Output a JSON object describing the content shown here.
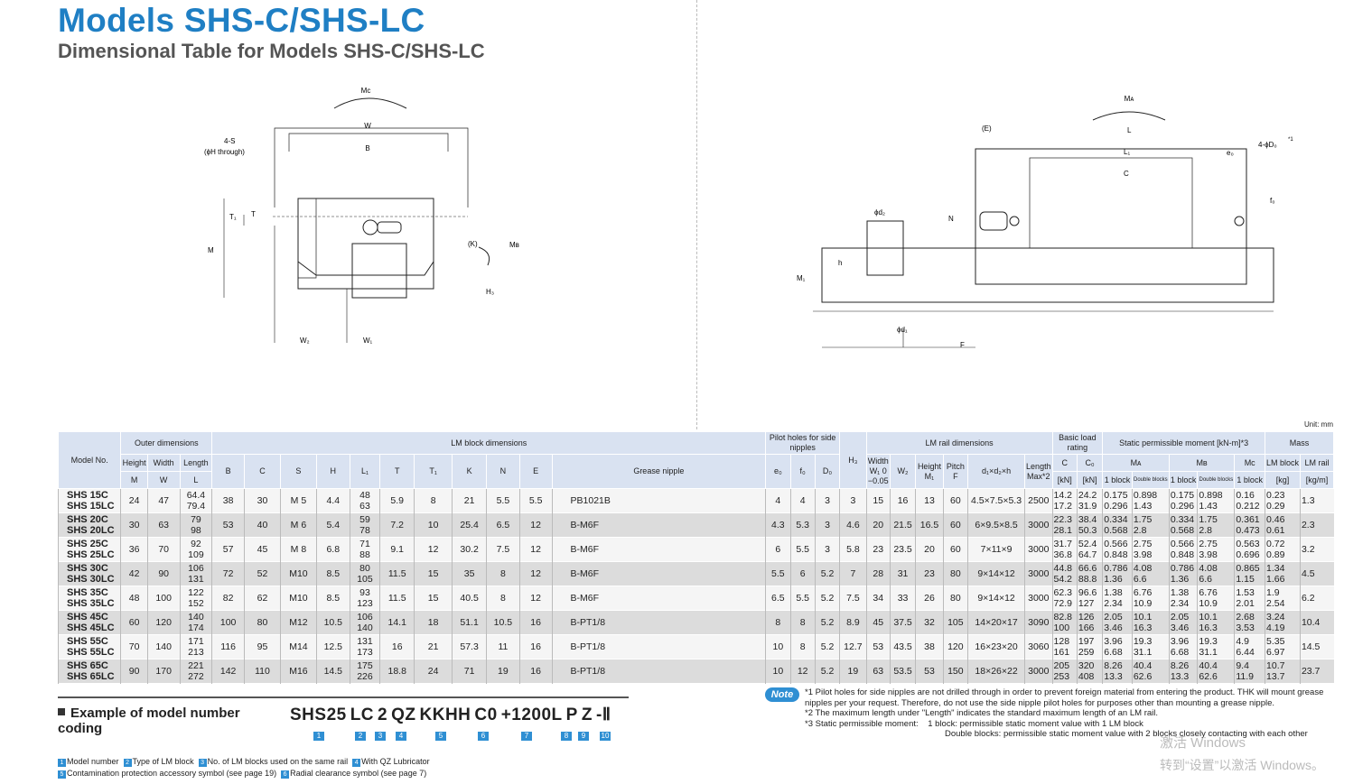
{
  "header": {
    "title": "Models SHS-C/SHS-LC",
    "subtitle": "Dimensional Table for Models SHS-C/SHS-LC"
  },
  "drawing_front": {
    "mc": "Mc",
    "w": "W",
    "b": "B",
    "s": "4-S",
    "s_note": "(ϕH through)",
    "t1": "T₁",
    "t": "T",
    "m": "M",
    "k": "(K)",
    "mb": "Mʙ",
    "h3": "H₃",
    "w2": "W₂",
    "w1": "W₁"
  },
  "drawing_side": {
    "ma": "Mᴀ",
    "e": "(E)",
    "l": "L",
    "l1": "L₁",
    "e0": "e₀",
    "d0": "4-ϕD₀",
    "c": "C",
    "f0": "f₀",
    "d2": "ϕd₂",
    "n": "N",
    "h": "h",
    "m1": "M₁",
    "d1": "ϕd₁",
    "f": "F",
    "star1": "*1"
  },
  "unit_label": "Unit: mm",
  "table": {
    "groups": {
      "model": "Model No.",
      "outer": "Outer dimensions",
      "lm_block": "LM block dimensions",
      "pilot": "Pilot holes for side nipples",
      "rail": "LM rail dimensions",
      "load": "Basic load rating",
      "moment": "Static permissible moment [kN-m]*3",
      "mass": "Mass"
    },
    "cols": {
      "height": "Height",
      "width": "Width",
      "length": "Length",
      "M": "M",
      "W": "W",
      "L": "L",
      "B": "B",
      "C": "C",
      "S": "S",
      "H": "H",
      "L1": "L₁",
      "T": "T",
      "T1": "T₁",
      "K": "K",
      "N": "N",
      "E": "E",
      "grease": "Grease nipple",
      "e0": "e₀",
      "f0": "f₀",
      "D0": "D₀",
      "H3": "H₃",
      "W1": "Width W₁ 0 −0.05",
      "W2": "W₂",
      "M1": "Height M₁",
      "F": "Pitch F",
      "d": "d₁×d₂×h",
      "max": "Length Max*2",
      "Cl": "C",
      "C0": "C₀",
      "kn": "[kN]",
      "MA": "Mᴀ",
      "MB": "Mʙ",
      "MC": "Mc",
      "one": "1 block",
      "dbl": "Double blocks",
      "lmblock": "LM block",
      "lmrail": "LM rail",
      "kg": "[kg]",
      "kgm": "[kg/m]"
    },
    "rows": [
      {
        "m1": "SHS 15C",
        "m2": "SHS 15LC",
        "M": "24",
        "W": "47",
        "L1": "64.4",
        "L2": "79.4",
        "B": "38",
        "C": "30",
        "S": "M 5",
        "H": "4.4",
        "Lb1": "48",
        "Lb2": "63",
        "T": "5.9",
        "T1": "8",
        "K": "21",
        "N": "5.5",
        "E": "5.5",
        "g": "PB1021B",
        "e0": "4",
        "f0": "4",
        "D0": "3",
        "H3": "3",
        "W1": "15",
        "W2": "16",
        "M1": "13",
        "F": "60",
        "d": "4.5×7.5×5.3",
        "max": "2500",
        "C1": "14.2",
        "C2": "17.2",
        "Z1": "24.2",
        "Z2": "31.9",
        "a1": "0.175",
        "a2": "0.296",
        "ad1": "0.898",
        "ad2": "1.43",
        "b1": "0.175",
        "b2": "0.296",
        "bd1": "0.898",
        "bd2": "1.43",
        "c1": "0.16",
        "c2": "0.212",
        "k1": "0.23",
        "k2": "0.29",
        "rail": "1.3"
      },
      {
        "m1": "SHS 20C",
        "m2": "SHS 20LC",
        "M": "30",
        "W": "63",
        "L1": "79",
        "L2": "98",
        "B": "53",
        "C": "40",
        "S": "M 6",
        "H": "5.4",
        "Lb1": "59",
        "Lb2": "78",
        "T": "7.2",
        "T1": "10",
        "K": "25.4",
        "N": "6.5",
        "E": "12",
        "g": "B-M6F",
        "e0": "4.3",
        "f0": "5.3",
        "D0": "3",
        "H3": "4.6",
        "W1": "20",
        "W2": "21.5",
        "M1": "16.5",
        "F": "60",
        "d": "6×9.5×8.5",
        "max": "3000",
        "C1": "22.3",
        "C2": "28.1",
        "Z1": "38.4",
        "Z2": "50.3",
        "a1": "0.334",
        "a2": "0.568",
        "ad1": "1.75",
        "ad2": "2.8",
        "b1": "0.334",
        "b2": "0.568",
        "bd1": "1.75",
        "bd2": "2.8",
        "c1": "0.361",
        "c2": "0.473",
        "k1": "0.46",
        "k2": "0.61",
        "rail": "2.3"
      },
      {
        "m1": "SHS 25C",
        "m2": "SHS 25LC",
        "M": "36",
        "W": "70",
        "L1": "92",
        "L2": "109",
        "B": "57",
        "C": "45",
        "S": "M 8",
        "H": "6.8",
        "Lb1": "71",
        "Lb2": "88",
        "T": "9.1",
        "T1": "12",
        "K": "30.2",
        "N": "7.5",
        "E": "12",
        "g": "B-M6F",
        "e0": "6",
        "f0": "5.5",
        "D0": "3",
        "H3": "5.8",
        "W1": "23",
        "W2": "23.5",
        "M1": "20",
        "F": "60",
        "d": "7×11×9",
        "max": "3000",
        "C1": "31.7",
        "C2": "36.8",
        "Z1": "52.4",
        "Z2": "64.7",
        "a1": "0.566",
        "a2": "0.848",
        "ad1": "2.75",
        "ad2": "3.98",
        "b1": "0.566",
        "b2": "0.848",
        "bd1": "2.75",
        "bd2": "3.98",
        "c1": "0.563",
        "c2": "0.696",
        "k1": "0.72",
        "k2": "0.89",
        "rail": "3.2"
      },
      {
        "m1": "SHS 30C",
        "m2": "SHS 30LC",
        "M": "42",
        "W": "90",
        "L1": "106",
        "L2": "131",
        "B": "72",
        "C": "52",
        "S": "M10",
        "H": "8.5",
        "Lb1": "80",
        "Lb2": "105",
        "T": "11.5",
        "T1": "15",
        "K": "35",
        "N": "8",
        "E": "12",
        "g": "B-M6F",
        "e0": "5.5",
        "f0": "6",
        "D0": "5.2",
        "H3": "7",
        "W1": "28",
        "W2": "31",
        "M1": "23",
        "F": "80",
        "d": "9×14×12",
        "max": "3000",
        "C1": "44.8",
        "C2": "54.2",
        "Z1": "66.6",
        "Z2": "88.8",
        "a1": "0.786",
        "a2": "1.36",
        "ad1": "4.08",
        "ad2": "6.6",
        "b1": "0.786",
        "b2": "1.36",
        "bd1": "4.08",
        "bd2": "6.6",
        "c1": "0.865",
        "c2": "1.15",
        "k1": "1.34",
        "k2": "1.66",
        "rail": "4.5"
      },
      {
        "m1": "SHS 35C",
        "m2": "SHS 35LC",
        "M": "48",
        "W": "100",
        "L1": "122",
        "L2": "152",
        "B": "82",
        "C": "62",
        "S": "M10",
        "H": "8.5",
        "Lb1": "93",
        "Lb2": "123",
        "T": "11.5",
        "T1": "15",
        "K": "40.5",
        "N": "8",
        "E": "12",
        "g": "B-M6F",
        "e0": "6.5",
        "f0": "5.5",
        "D0": "5.2",
        "H3": "7.5",
        "W1": "34",
        "W2": "33",
        "M1": "26",
        "F": "80",
        "d": "9×14×12",
        "max": "3000",
        "C1": "62.3",
        "C2": "72.9",
        "Z1": "96.6",
        "Z2": "127",
        "a1": "1.38",
        "a2": "2.34",
        "ad1": "6.76",
        "ad2": "10.9",
        "b1": "1.38",
        "b2": "2.34",
        "bd1": "6.76",
        "bd2": "10.9",
        "c1": "1.53",
        "c2": "2.01",
        "k1": "1.9",
        "k2": "2.54",
        "rail": "6.2"
      },
      {
        "m1": "SHS 45C",
        "m2": "SHS 45LC",
        "M": "60",
        "W": "120",
        "L1": "140",
        "L2": "174",
        "B": "100",
        "C": "80",
        "S": "M12",
        "H": "10.5",
        "Lb1": "106",
        "Lb2": "140",
        "T": "14.1",
        "T1": "18",
        "K": "51.1",
        "N": "10.5",
        "E": "16",
        "g": "B-PT1/8",
        "e0": "8",
        "f0": "8",
        "D0": "5.2",
        "H3": "8.9",
        "W1": "45",
        "W2": "37.5",
        "M1": "32",
        "F": "105",
        "d": "14×20×17",
        "max": "3090",
        "C1": "82.8",
        "C2": "100",
        "Z1": "126",
        "Z2": "166",
        "a1": "2.05",
        "a2": "3.46",
        "ad1": "10.1",
        "ad2": "16.3",
        "b1": "2.05",
        "b2": "3.46",
        "bd1": "10.1",
        "bd2": "16.3",
        "c1": "2.68",
        "c2": "3.53",
        "k1": "3.24",
        "k2": "4.19",
        "rail": "10.4"
      },
      {
        "m1": "SHS 55C",
        "m2": "SHS 55LC",
        "M": "70",
        "W": "140",
        "L1": "171",
        "L2": "213",
        "B": "116",
        "C": "95",
        "S": "M14",
        "H": "12.5",
        "Lb1": "131",
        "Lb2": "173",
        "T": "16",
        "T1": "21",
        "K": "57.3",
        "N": "11",
        "E": "16",
        "g": "B-PT1/8",
        "e0": "10",
        "f0": "8",
        "D0": "5.2",
        "H3": "12.7",
        "W1": "53",
        "W2": "43.5",
        "M1": "38",
        "F": "120",
        "d": "16×23×20",
        "max": "3060",
        "C1": "128",
        "C2": "161",
        "Z1": "197",
        "Z2": "259",
        "a1": "3.96",
        "a2": "6.68",
        "ad1": "19.3",
        "ad2": "31.1",
        "b1": "3.96",
        "b2": "6.68",
        "bd1": "19.3",
        "bd2": "31.1",
        "c1": "4.9",
        "c2": "6.44",
        "k1": "5.35",
        "k2": "6.97",
        "rail": "14.5"
      },
      {
        "m1": "SHS 65C",
        "m2": "SHS 65LC",
        "M": "90",
        "W": "170",
        "L1": "221",
        "L2": "272",
        "B": "142",
        "C": "110",
        "S": "M16",
        "H": "14.5",
        "Lb1": "175",
        "Lb2": "226",
        "T": "18.8",
        "T1": "24",
        "K": "71",
        "N": "19",
        "E": "16",
        "g": "B-PT1/8",
        "e0": "10",
        "f0": "12",
        "D0": "5.2",
        "H3": "19",
        "W1": "63",
        "W2": "53.5",
        "M1": "53",
        "F": "150",
        "d": "18×26×22",
        "max": "3000",
        "C1": "205",
        "C2": "253",
        "Z1": "320",
        "Z2": "408",
        "a1": "8.26",
        "a2": "13.3",
        "ad1": "40.4",
        "ad2": "62.6",
        "b1": "8.26",
        "b2": "13.3",
        "bd1": "40.4",
        "bd2": "62.6",
        "c1": "9.4",
        "c2": "11.9",
        "k1": "10.7",
        "k2": "13.7",
        "rail": "23.7"
      }
    ]
  },
  "example": {
    "heading": "Example of model number coding",
    "parts": [
      "SHS25",
      "LC",
      "2",
      "QZ",
      "KKHH",
      "C0",
      "+1200L",
      "P",
      "Z",
      "-Ⅱ"
    ],
    "nums": [
      "1",
      "2",
      "3",
      "4",
      "5",
      "6",
      "7",
      "8",
      "9",
      "10"
    ],
    "legend1": [
      {
        "n": "1",
        "t": "Model number"
      },
      {
        "n": "2",
        "t": "Type of LM block"
      },
      {
        "n": "3",
        "t": "No. of LM blocks used on the same rail"
      },
      {
        "n": "4",
        "t": "With QZ Lubricator"
      }
    ],
    "legend2": [
      {
        "n": "5",
        "t": "Contamination protection accessory symbol (see page 19)"
      },
      {
        "n": "6",
        "t": "Radial clearance symbol (see page 7)"
      }
    ]
  },
  "notes": {
    "badge": "Note",
    "n1": "*1 Pilot holes for side nipples are not drilled through in order to prevent foreign material from entering the product. THK will mount grease nipples per your request. Therefore, do not use the side nipple pilot holes for purposes other than mounting a grease nipple.",
    "n2": "*2 The maximum length under \"Length\" indicates the standard maximum length of an LM rail.",
    "n3a": "*3 Static permissible moment:",
    "n3b": "1 block: permissible static moment value with 1 LM block",
    "n3c": "Double blocks: permissible static moment value with 2 blocks closely contacting with each other"
  },
  "watermark": {
    "line1": "激活 Windows",
    "line2": "转到“设置”以激活 Windows。"
  }
}
